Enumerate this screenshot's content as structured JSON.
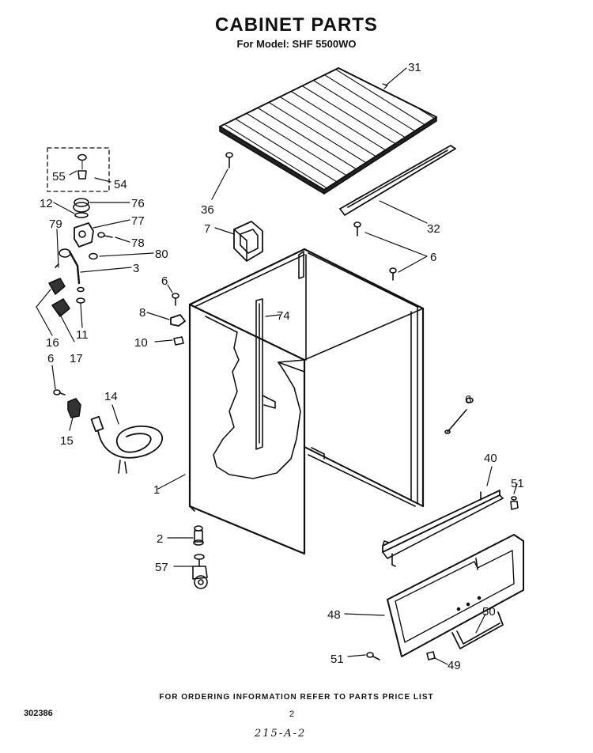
{
  "header": {
    "title": "CABINET PARTS",
    "subtitle": "For Model: SHF 5500WO"
  },
  "footer": {
    "ordering_note": "FOR ORDERING INFORMATION REFER TO PARTS PRICE LIST",
    "doc_number": "302386",
    "page_number": "2",
    "handwritten_note": "215-A-2"
  },
  "callouts": {
    "c1": "1",
    "c2": "2",
    "c3": "3",
    "c6a": "6",
    "c6b": "6",
    "c6c": "6",
    "c6d": "6",
    "c7": "7",
    "c8": "8",
    "c10": "10",
    "c11": "11",
    "c12": "12",
    "c14": "14",
    "c15": "15",
    "c16": "16",
    "c17": "17",
    "c31": "31",
    "c32": "32",
    "c36": "36",
    "c40": "40",
    "c48": "48",
    "c49": "49",
    "c50": "50",
    "c51a": "51",
    "c51b": "51",
    "c54": "54",
    "c55": "55",
    "c57": "57",
    "c74": "74",
    "c76": "76",
    "c77": "77",
    "c78": "78",
    "c79": "79",
    "c80": "80"
  }
}
